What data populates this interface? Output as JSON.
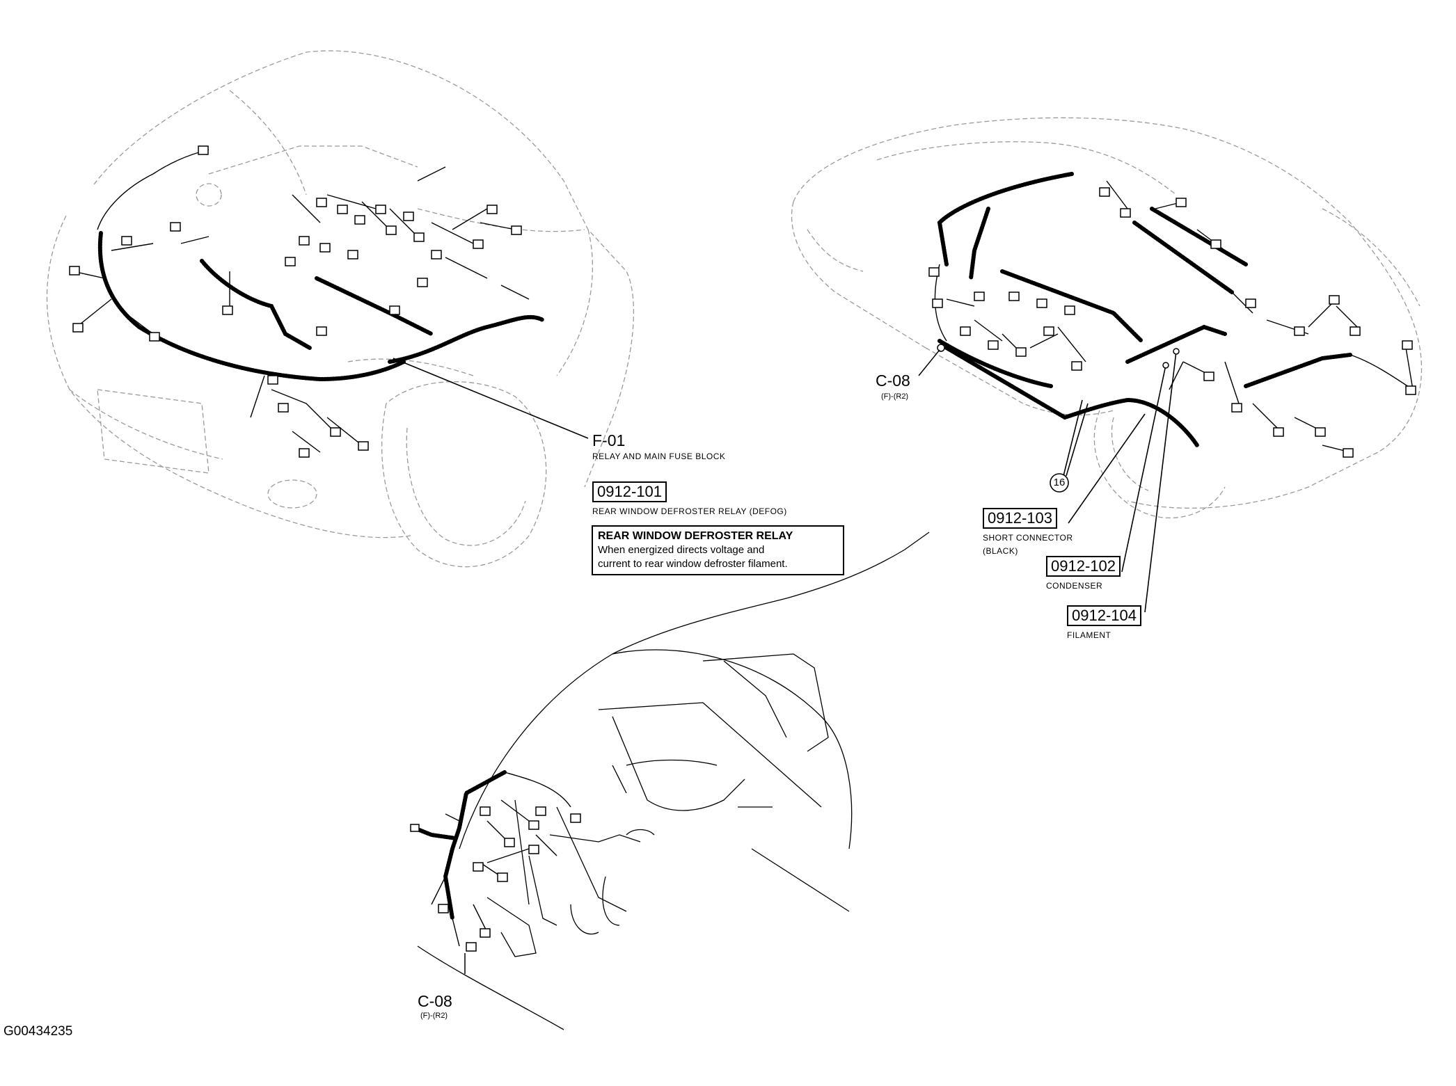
{
  "callouts": {
    "f01": {
      "code": "F-01",
      "desc": "RELAY AND MAIN FUSE BLOCK"
    },
    "p101": {
      "code": "0912-101",
      "desc": "REAR WINDOW DEFROSTER RELAY (DEFOG)"
    },
    "note": {
      "title": "REAR WINDOW DEFROSTER RELAY",
      "line1": "When energized directs voltage and",
      "line2": "current to rear window defroster filament."
    },
    "c08_right": {
      "code": "C-08",
      "sub": "(F)-(R2)"
    },
    "c08_bottom": {
      "code": "C-08",
      "sub": "(F)-(R2)"
    },
    "num16": "16",
    "p103": {
      "code": "0912-103",
      "desc1": "SHORT CONNECTOR",
      "desc2": "(BLACK)"
    },
    "p102": {
      "code": "0912-102",
      "desc": "CONDENSER"
    },
    "p104": {
      "code": "0912-104",
      "desc": "FILAMENT"
    }
  },
  "figure_id": "G00434235",
  "colors": {
    "outline": "#9a9a9a",
    "wire": "#000000",
    "background": "#ffffff"
  }
}
